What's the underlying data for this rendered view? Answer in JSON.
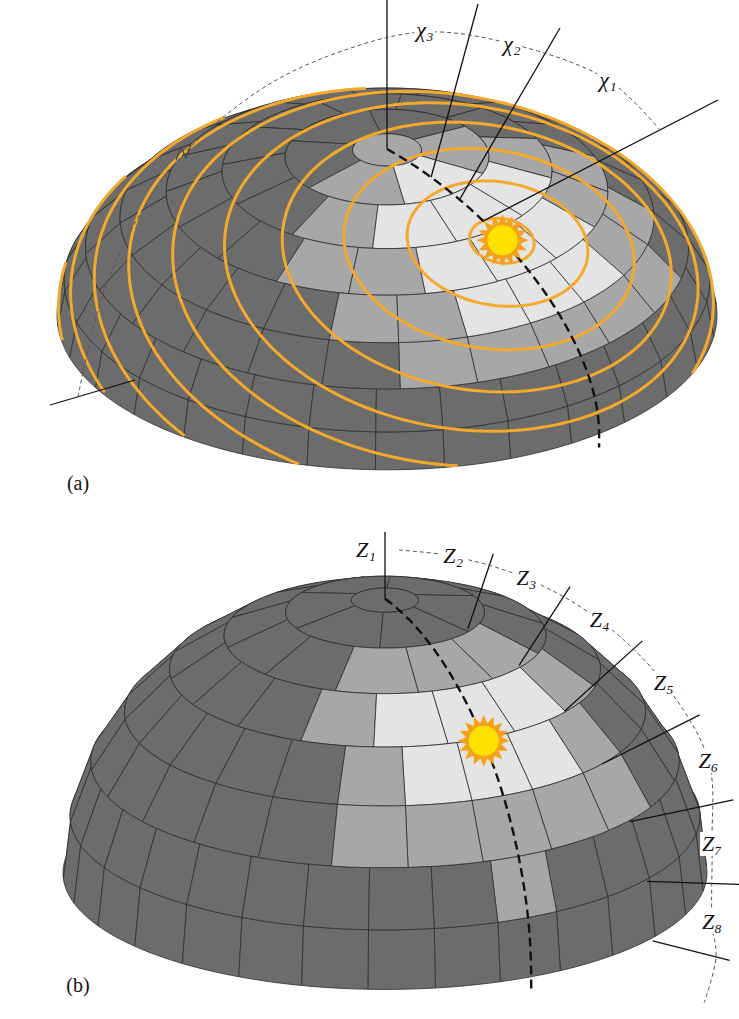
{
  "diagram": {
    "labels": [
      "χ₃",
      "χ₂",
      "χ₁",
      "(a)",
      "Z₁",
      "Z₂",
      "Z₃",
      "Z₄",
      "Z₅",
      "Z₆",
      "Z₇",
      "Z₈",
      "(b)"
    ]
  }
}
